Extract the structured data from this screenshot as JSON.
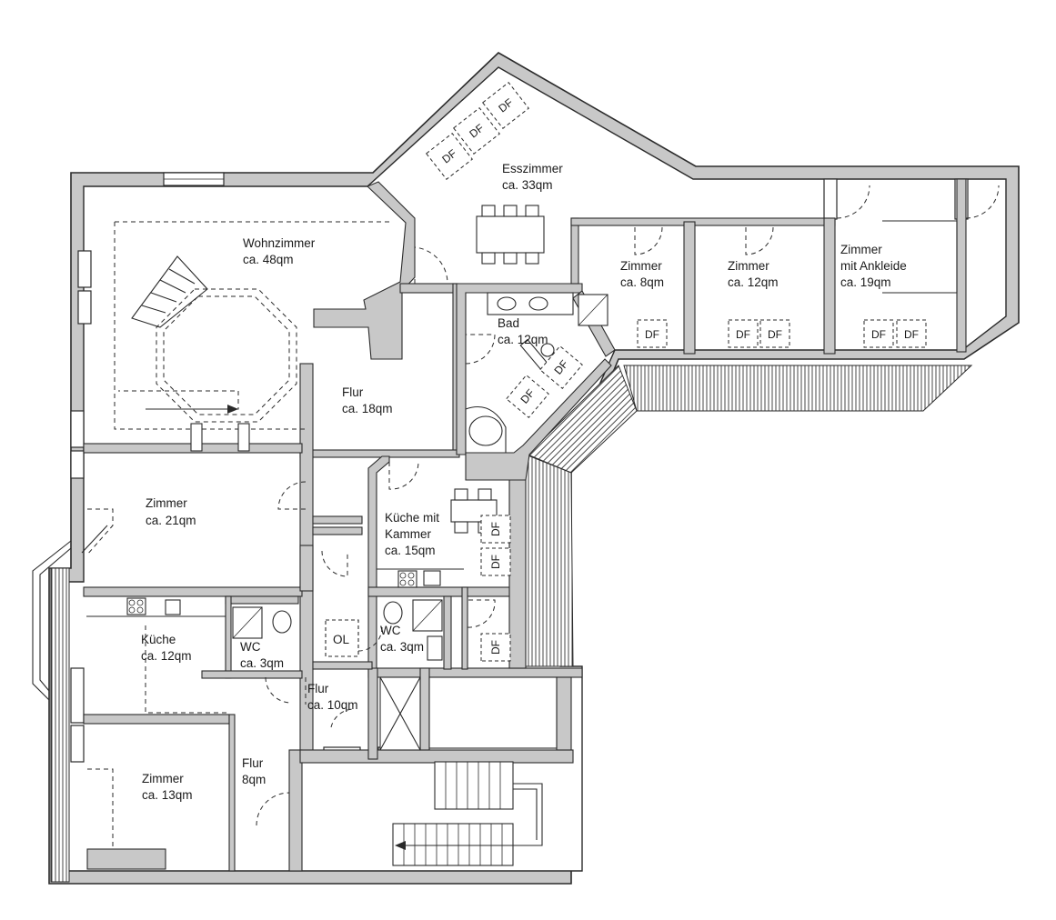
{
  "rooms": {
    "esszimmer": {
      "name": "Esszimmer",
      "area": "ca. 33qm"
    },
    "wohnzimmer": {
      "name": "Wohnzimmer",
      "area": "ca. 48qm"
    },
    "zimmer8": {
      "name": "Zimmer",
      "area": "ca. 8qm"
    },
    "zimmer12": {
      "name": "Zimmer",
      "area": "ca. 12qm"
    },
    "zimmer19": {
      "name": "Zimmer",
      "name2": "mit Ankleide",
      "area": "ca. 19qm"
    },
    "bad": {
      "name": "Bad",
      "area": "ca. 12qm"
    },
    "flur18": {
      "name": "Flur",
      "area": "ca. 18qm"
    },
    "zimmer21": {
      "name": "Zimmer",
      "area": "ca. 21qm"
    },
    "kueche15": {
      "name": "Küche mit",
      "name2": "Kammer",
      "area": "ca. 15qm"
    },
    "kueche12": {
      "name": "Küche",
      "area": "ca. 12qm"
    },
    "wc_left": {
      "name": "WC",
      "area": "ca. 3qm"
    },
    "wc_right": {
      "name": "WC",
      "area": "ca. 3qm"
    },
    "flur10": {
      "name": "Flur",
      "area": "ca. 10qm"
    },
    "zimmer13": {
      "name": "Zimmer",
      "area": "ca. 13qm"
    },
    "flur8": {
      "name": "Flur",
      "area": "8qm"
    }
  },
  "labels": {
    "roof_window": "DF",
    "oil": "OL"
  }
}
